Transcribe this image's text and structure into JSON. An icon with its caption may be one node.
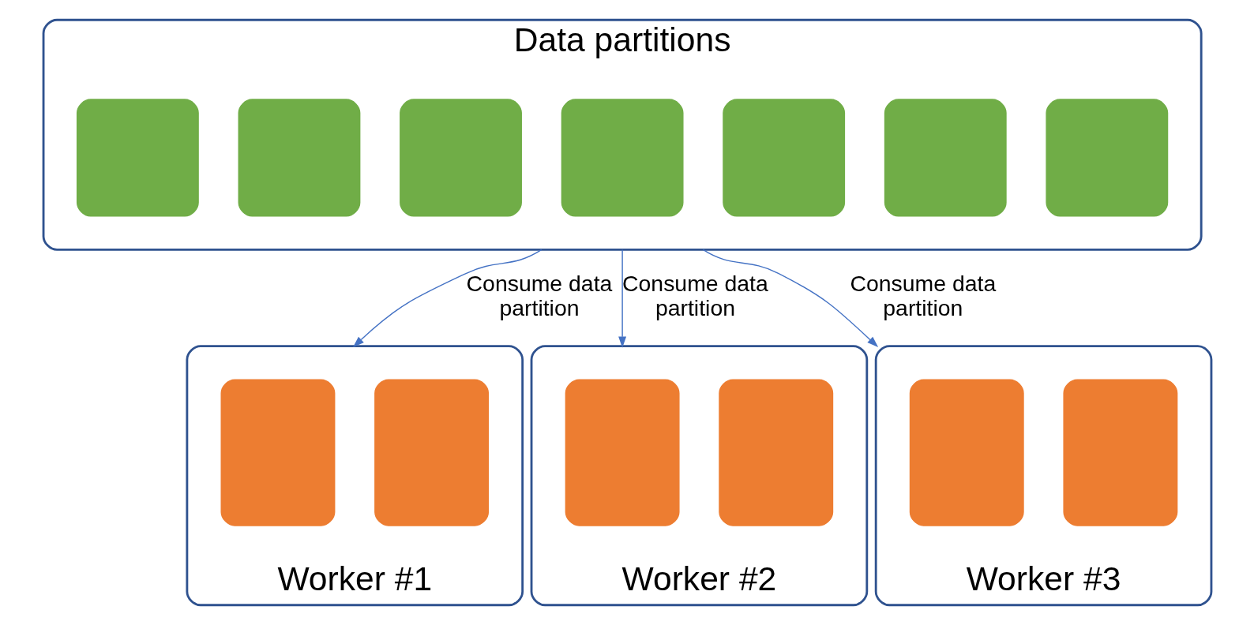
{
  "diagram": {
    "nodes": [
      {
        "text": [
          "Data partitions"
        ]
      },
      {
        "text": [],
        "shape": "box",
        "in": 0
      },
      {
        "text": [],
        "shape": "box",
        "in": 0
      },
      {
        "text": [],
        "shape": "box",
        "in": 0
      },
      {
        "text": [],
        "shape": "box",
        "in": 0
      },
      {
        "text": [],
        "shape": "box",
        "in": 0
      },
      {
        "text": [],
        "shape": "box",
        "in": 0
      },
      {
        "text": [],
        "shape": "box",
        "in": 0
      },
      {
        "text": [
          "Worker #1"
        ]
      },
      {
        "text": [],
        "shape": "box",
        "in": 8
      },
      {
        "text": [],
        "shape": "box",
        "in": 8
      },
      {
        "text": [
          "Worker #2"
        ]
      },
      {
        "text": [],
        "shape": "box",
        "in": 11
      },
      {
        "text": [],
        "shape": "box",
        "in": 11
      },
      {
        "text": [
          "Worker #3"
        ]
      },
      {
        "text": [],
        "shape": "box",
        "in": 14
      },
      {
        "text": [],
        "shape": "box",
        "in": 14
      }
    ],
    "edges": [
      {
        "from": 0,
        "to": 8,
        "arrow": "to",
        "label": "Consume data partition"
      },
      {
        "from": 0,
        "to": 11,
        "arrow": "to",
        "label": "Consume data partition"
      },
      {
        "from": 0,
        "to": 14,
        "arrow": "to",
        "label": "Consume data partition"
      }
    ]
  }
}
